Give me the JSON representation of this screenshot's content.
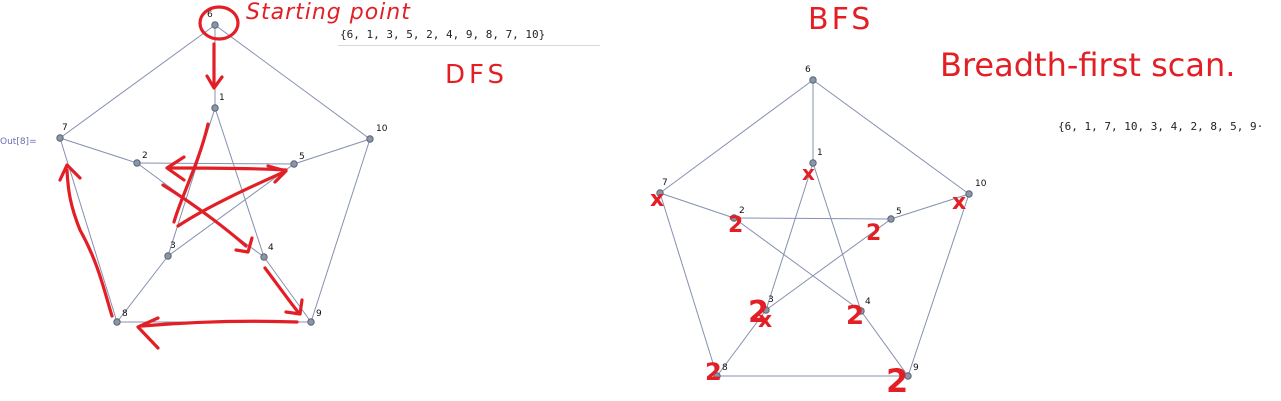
{
  "cell": {
    "out_label": "Out[8]="
  },
  "dfs": {
    "sequence": "{6, 1, 3, 5, 2, 4, 9, 8, 7, 10}",
    "handwritten_start": "Starting point",
    "handwritten_title": "DFS"
  },
  "bfs": {
    "sequence": "{6, 1, 7, 10, 3, 4, 2, 8, 5, 9·",
    "handwritten_title": "BFS",
    "handwritten_subtitle": "Breadth-first scan."
  },
  "graph": {
    "node_labels": [
      "6",
      "1",
      "7",
      "10",
      "2",
      "5",
      "3",
      "4",
      "8",
      "9"
    ],
    "edges": [
      [
        "6",
        "1"
      ],
      [
        "6",
        "7"
      ],
      [
        "6",
        "10"
      ],
      [
        "7",
        "2"
      ],
      [
        "7",
        "8"
      ],
      [
        "10",
        "5"
      ],
      [
        "10",
        "9"
      ],
      [
        "8",
        "9"
      ],
      [
        "8",
        "3"
      ],
      [
        "9",
        "4"
      ],
      [
        "1",
        "3"
      ],
      [
        "1",
        "4"
      ],
      [
        "2",
        "5"
      ],
      [
        "2",
        "4"
      ],
      [
        "3",
        "5"
      ]
    ]
  },
  "annotations": {
    "visited_marks": [
      {
        "node": "1",
        "mark": "x"
      },
      {
        "node": "7",
        "mark": "x"
      },
      {
        "node": "10",
        "mark": "x"
      },
      {
        "node": "2",
        "mark": "2"
      },
      {
        "node": "5",
        "mark": "2"
      },
      {
        "node": "3",
        "mark": "2"
      },
      {
        "node": "3",
        "mark": "x"
      },
      {
        "node": "4",
        "mark": "2"
      },
      {
        "node": "8",
        "mark": "2"
      },
      {
        "node": "9",
        "mark": "2"
      }
    ]
  },
  "colors": {
    "annotation": "#e31f26",
    "edge": "#8590b0",
    "node": "#8a95a5",
    "out_label": "#6a6fb0"
  }
}
